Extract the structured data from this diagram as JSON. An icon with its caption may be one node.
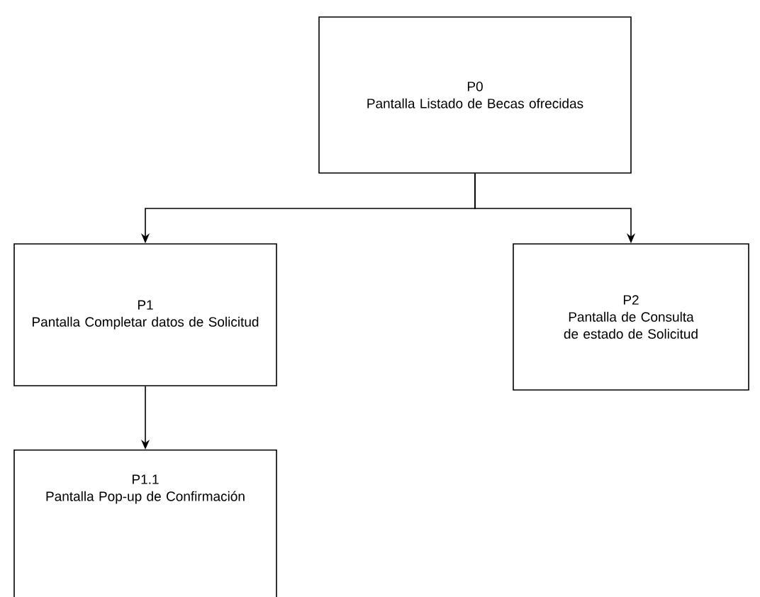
{
  "diagram": {
    "nodes": [
      {
        "text": [
          "P0",
          "Pantalla Listado de Becas ofrecidas"
        ]
      },
      {
        "text": [
          "P1",
          "Pantalla Completar datos de Solicitud"
        ]
      },
      {
        "text": [
          "P2",
          "Pantalla de Consulta de estado de Solicitud"
        ]
      },
      {
        "text": [
          "P1.1",
          "Pantalla Pop-up de Confirmación"
        ]
      }
    ],
    "edges": [
      {
        "from": 0,
        "to": 1,
        "arrow": "to"
      },
      {
        "from": 0,
        "to": 2,
        "arrow": "to"
      },
      {
        "from": 1,
        "to": 3,
        "arrow": "to"
      }
    ]
  }
}
